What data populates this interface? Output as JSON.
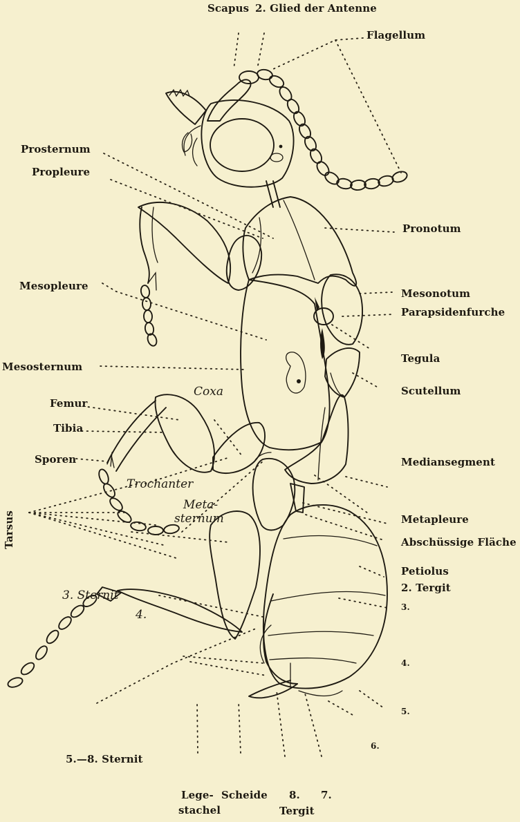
{
  "labels": {
    "scapus": "Scapus",
    "glied": "2. Glied der Antenne",
    "flagellum": "Flagellum",
    "prosternum": "Prosternum",
    "propleure": "Propleure",
    "pronotum": "Pronotum",
    "mesopleure": "Mesopleure",
    "mesonotum": "Mesonotum",
    "parapsidenfurche": "Parapsidenfurche",
    "tegula": "Tegula",
    "mesosternum": "Mesosternum",
    "scutellum": "Scutellum",
    "coxa": "Coxa",
    "femur": "Femur",
    "tibia": "Tibia",
    "mediansegment": "Mediansegment",
    "sporen": "Sporen",
    "trochanter": "Trochanter",
    "metapleure": "Metapleure",
    "tarsus": "Tarsus",
    "meta": "Meta-",
    "sternum": "sternum",
    "abschuessige": "Abschüssige Fläche",
    "petiolus": "Petiolus",
    "tergit2": "2. Tergit",
    "sternit3": "3. Sternit",
    "n3": "3.",
    "n4_it": "4.",
    "n4": "4.",
    "n5": "5.",
    "n6": "6.",
    "sternit58": "5.—8. Sternit",
    "lege": "Lege-",
    "stachel": "stachel",
    "scheide": "Scheide",
    "n8": "8.",
    "n7": "7.",
    "tergit": "Tergit"
  },
  "colors": {
    "paper": "#f6f0cf",
    "ink": "#1e1a12"
  }
}
